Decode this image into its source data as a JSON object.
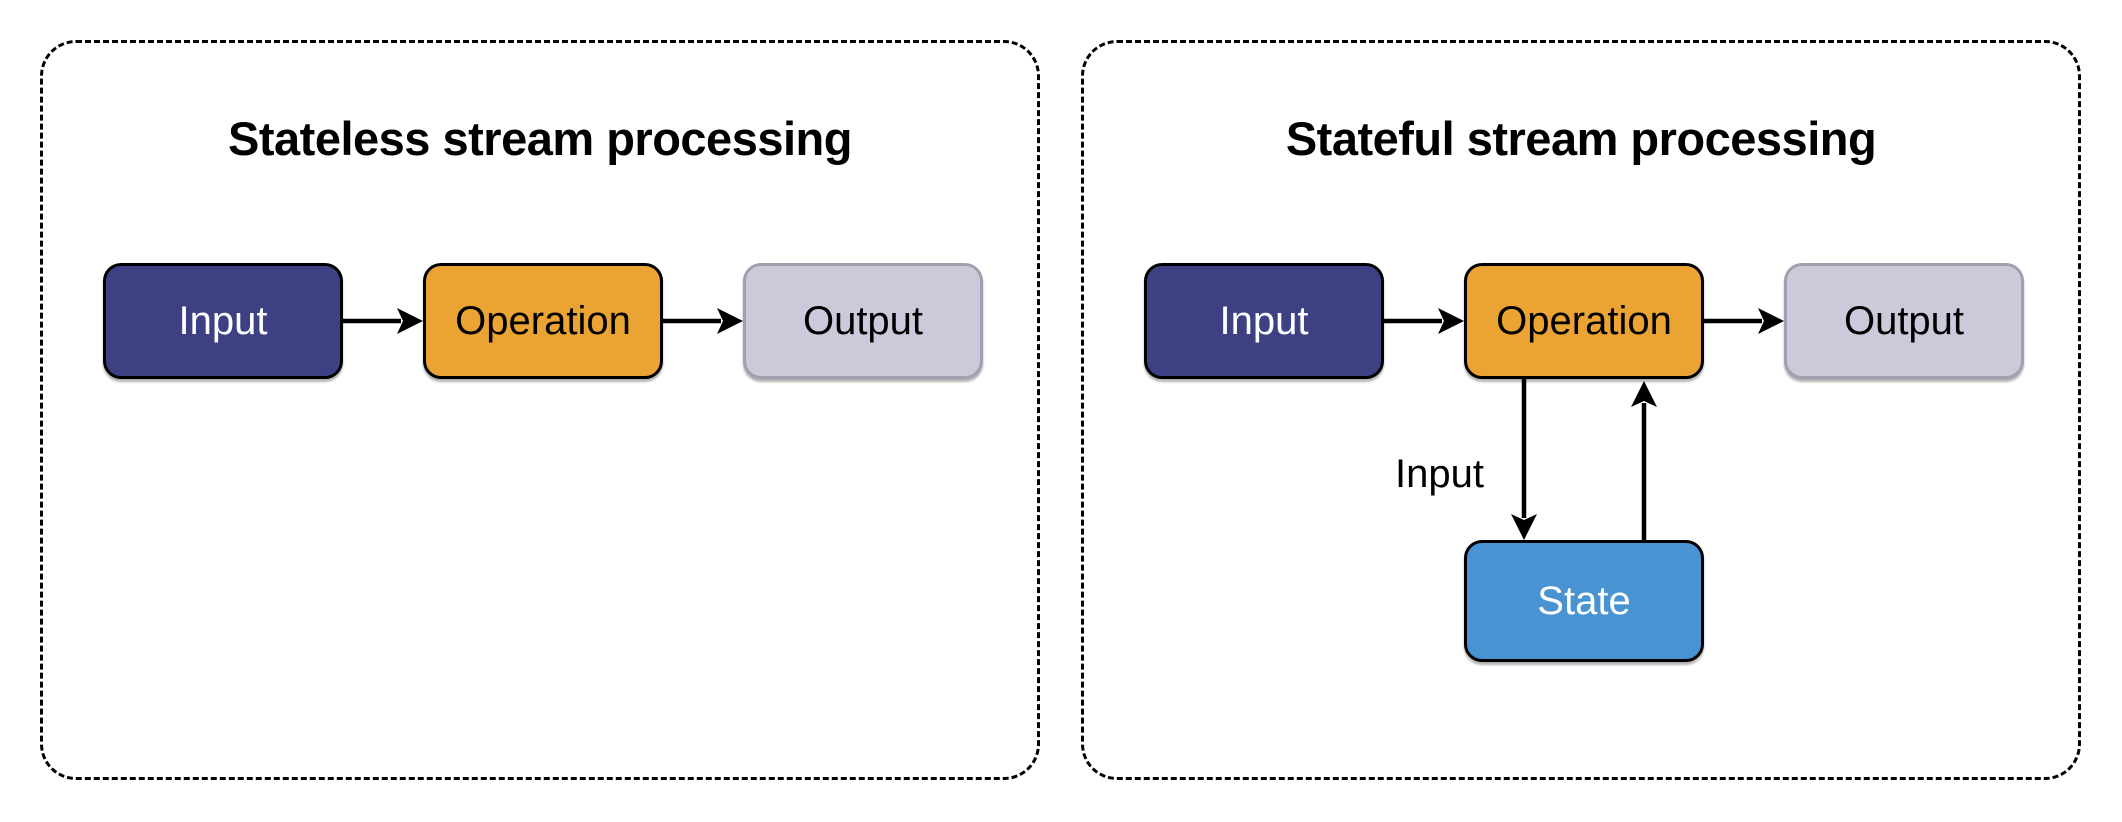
{
  "panels": [
    {
      "title": "Stateless stream processing",
      "nodes": [
        {
          "id": "input",
          "label": "Input"
        },
        {
          "id": "operation",
          "label": "Operation"
        },
        {
          "id": "output",
          "label": "Output"
        }
      ],
      "arrows": [
        {
          "from": "input",
          "to": "operation"
        },
        {
          "from": "operation",
          "to": "output"
        }
      ]
    },
    {
      "title": "Stateful stream processing",
      "nodes": [
        {
          "id": "input",
          "label": "Input"
        },
        {
          "id": "operation",
          "label": "Operation"
        },
        {
          "id": "output",
          "label": "Output"
        },
        {
          "id": "state",
          "label": "State"
        }
      ],
      "arrows": [
        {
          "from": "input",
          "to": "operation"
        },
        {
          "from": "operation",
          "to": "output"
        },
        {
          "from": "operation",
          "to": "state",
          "label": "Input"
        },
        {
          "from": "state",
          "to": "operation"
        }
      ]
    }
  ],
  "colors": {
    "background": "#ffffff",
    "panel_border": "#000000",
    "title_text": "#000000",
    "node_border": "#000000",
    "arrow": "#000000",
    "input_fill": "#3d4183",
    "input_text": "#ffffff",
    "operation_fill": "#eba433",
    "operation_text": "#000000",
    "output_fill": "#cbcadb",
    "output_border": "#a0a0b2",
    "output_text": "#000000",
    "state_fill": "#4a93d3",
    "state_text": "#ffffff"
  }
}
